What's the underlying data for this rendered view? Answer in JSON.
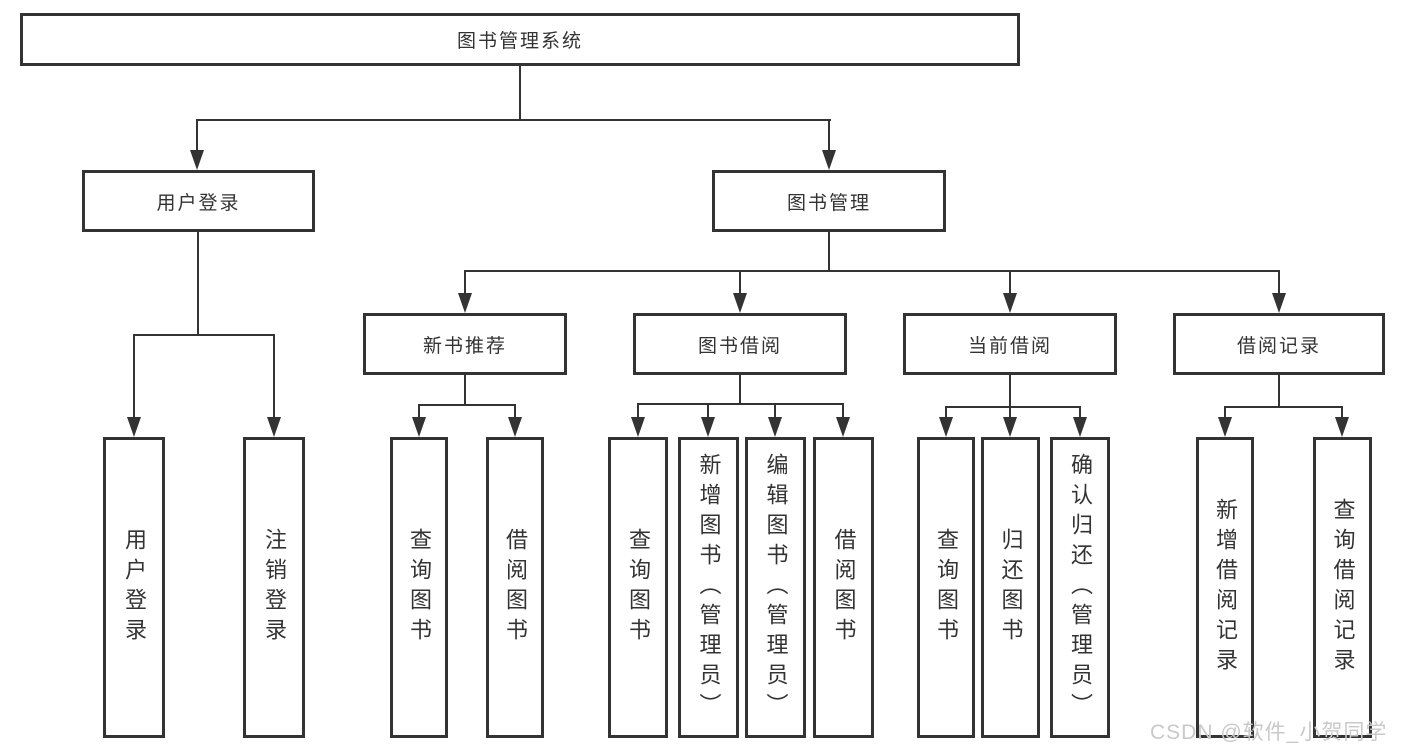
{
  "tree": {
    "root": {
      "label": "图书管理系统",
      "children": [
        {
          "label": "用户登录",
          "children": [
            {
              "label": "用户登录"
            },
            {
              "label": "注销登录"
            }
          ]
        },
        {
          "label": "图书管理",
          "children": [
            {
              "label": "新书推荐",
              "children": [
                {
                  "label": "查询图书"
                },
                {
                  "label": "借阅图书"
                }
              ]
            },
            {
              "label": "图书借阅",
              "children": [
                {
                  "label": "查询图书"
                },
                {
                  "label": "新增图书（管理员）"
                },
                {
                  "label": "编辑图书（管理员）"
                },
                {
                  "label": "借阅图书"
                }
              ]
            },
            {
              "label": "当前借阅",
              "children": [
                {
                  "label": "查询图书"
                },
                {
                  "label": "归还图书"
                },
                {
                  "label": "确认归还（管理员）"
                }
              ]
            },
            {
              "label": "借阅记录",
              "children": [
                {
                  "label": "新增借阅记录"
                },
                {
                  "label": "查询借阅记录"
                }
              ]
            }
          ]
        }
      ]
    }
  },
  "watermark": {
    "text": "CSDN @软件_小贺同学"
  },
  "colors": {
    "line": "#333333",
    "background": "#ffffff",
    "watermark": "#c9c9c9"
  }
}
